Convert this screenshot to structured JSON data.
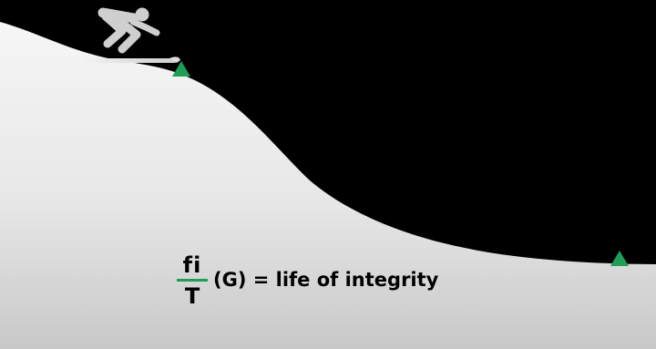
{
  "formula": {
    "numerator": "fi",
    "denominator": "T",
    "rhs": "(G) = life of integrity"
  },
  "colors": {
    "background": "#000000",
    "slope_light": "#f4f4f4",
    "slope_shade": "#c9c9c9",
    "marker": "#1f9e57",
    "fraction_bar": "#1f9e57",
    "skier": "#cfcfcf",
    "ski": "#e2e2e2",
    "text": "#000000"
  },
  "icons": {
    "skier": "skier-icon",
    "start_marker": "triangle-marker-icon",
    "end_marker": "triangle-marker-icon"
  }
}
